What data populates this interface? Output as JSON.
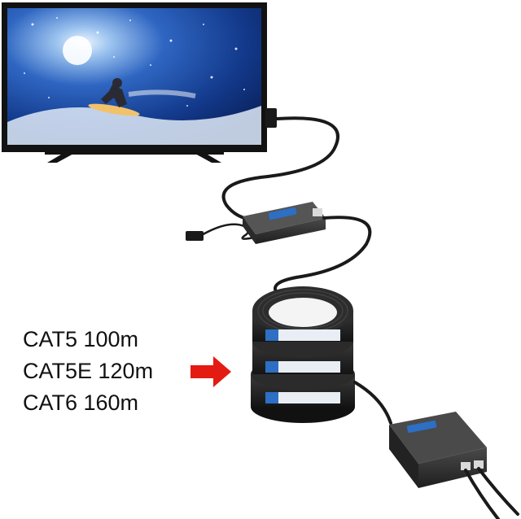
{
  "specs": {
    "lines": [
      "CAT5 100m",
      "CAT5E 120m",
      "CAT6 160m"
    ]
  },
  "colors": {
    "arrow": "#e31b12",
    "cable": "#1a1a1a",
    "tv_frame": "#121212",
    "label_blue": "#2c6fc4"
  },
  "icons": {
    "arrow": "right-arrow-icon"
  }
}
